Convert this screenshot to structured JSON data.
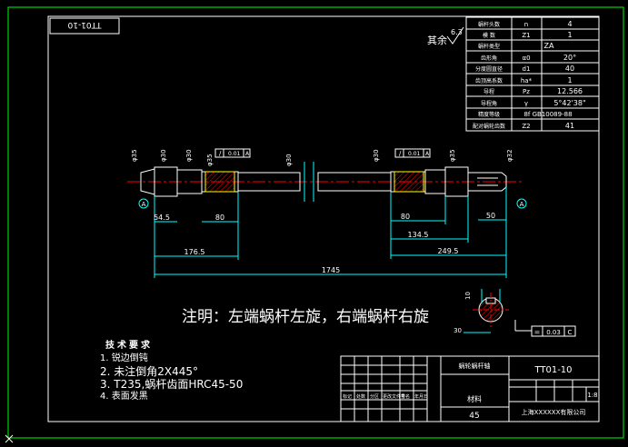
{
  "drawing_code": "TT01-10",
  "drawing_code_mirrored": "TT01-10",
  "roughness_label": "其余",
  "roughness_value": "6.3",
  "params": [
    {
      "name": "蜗杆头数",
      "symbol": "n",
      "value": "4"
    },
    {
      "name": "模 数",
      "symbol": "Z1",
      "value": "1"
    },
    {
      "name": "蜗杆类型",
      "symbol": "",
      "value": "ZA"
    },
    {
      "name": "齿形角",
      "symbol": "α0",
      "value": "20°"
    },
    {
      "name": "分度圆直径",
      "symbol": "d1",
      "value": "40"
    },
    {
      "name": "齿顶高系数",
      "symbol": "ha*",
      "value": "1"
    },
    {
      "name": "导程",
      "symbol": "Pz",
      "value": "12.566"
    },
    {
      "name": "导程角",
      "symbol": "γ",
      "value": "5°42'38\""
    },
    {
      "name": "精度等级",
      "symbol": "",
      "value": "8f GB10089-88"
    },
    {
      "name": "配对蜗轮齿数",
      "symbol": "Z2",
      "value": "41"
    }
  ],
  "dims": {
    "d1": "φ35",
    "d2": "φ30",
    "d3": "φ30",
    "d4": "φ35",
    "d5": "φ30",
    "d6": "φ30",
    "d7": "φ35",
    "d8": "φ32",
    "l1": "54.5",
    "l2": "80",
    "l3": "176.5",
    "l4": "1745",
    "l5": "80",
    "l6": "134.5",
    "l7": "249.5",
    "l8": "50",
    "key_w": "10",
    "key_d": "30"
  },
  "tol": {
    "sym1": "/",
    "val1": "0.01",
    "ref1": "A",
    "sym2": "/",
    "val2": "0.01",
    "ref2": "A",
    "sym3": "=",
    "val3": "0.03",
    "ref3": "C"
  },
  "datums": [
    "A",
    "A",
    "C"
  ],
  "note": "注明：左端蜗杆左旋，右端蜗杆右旋",
  "requirements": {
    "title": "技术要求",
    "items": [
      "1. 锐边倒钝",
      "2. 未注倒角2X445°",
      "3. T235,蜗杆齿面HRC45-50",
      "4. 表面发黑"
    ]
  },
  "title_block": {
    "part_name": "蜗轮蜗杆轴",
    "material": "45",
    "scale": "1:8",
    "material_label": "材料",
    "company": "上海XXXXXX有限公司",
    "row_labels": [
      "标记",
      "处数",
      "分区",
      "更改文件号",
      "签名",
      "年月日"
    ]
  },
  "colors": {
    "frame": "#00ff00",
    "outline": "#ffffff",
    "hatch": "#ff0000",
    "dim": "#00ffff",
    "center": "#ff0000",
    "text": "#ffffff",
    "yellow": "#ffff00"
  }
}
